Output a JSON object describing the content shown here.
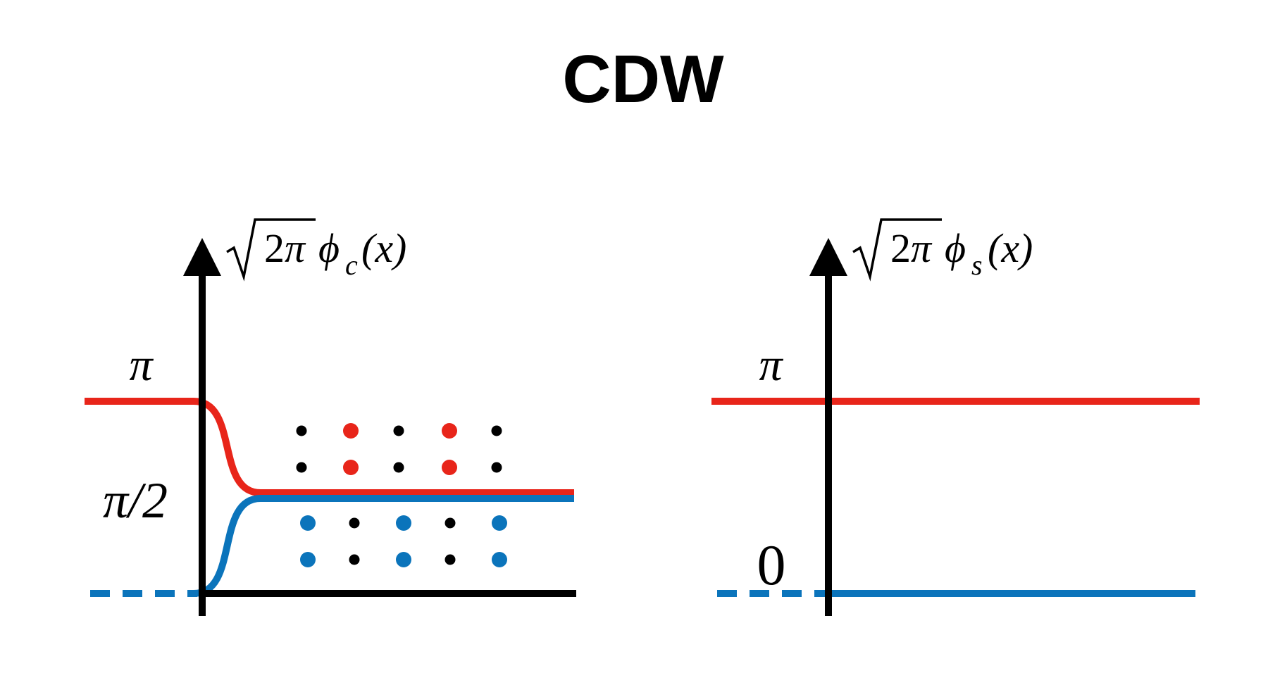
{
  "title": "CDW",
  "colors": {
    "red": "#e8251a",
    "blue": "#0b74bb",
    "black": "#000000"
  },
  "left_panel": {
    "axis_label": {
      "radical": "2π",
      "field": "ϕ",
      "subscript": "c",
      "argument": "(x)"
    },
    "tick_labels": [
      "π",
      "π/2"
    ],
    "dot_grid": {
      "upper_rows": [
        [
          "black",
          "red",
          "black",
          "red",
          "black"
        ],
        [
          "black",
          "red",
          "black",
          "red",
          "black"
        ]
      ],
      "lower_rows": [
        [
          "blue",
          "black",
          "blue",
          "black",
          "blue"
        ],
        [
          "blue",
          "black",
          "blue",
          "black",
          "blue"
        ]
      ]
    }
  },
  "right_panel": {
    "axis_label": {
      "radical": "2π",
      "field": "ϕ",
      "subscript": "s",
      "argument": "(x)"
    },
    "tick_labels": [
      "π",
      "0"
    ]
  }
}
